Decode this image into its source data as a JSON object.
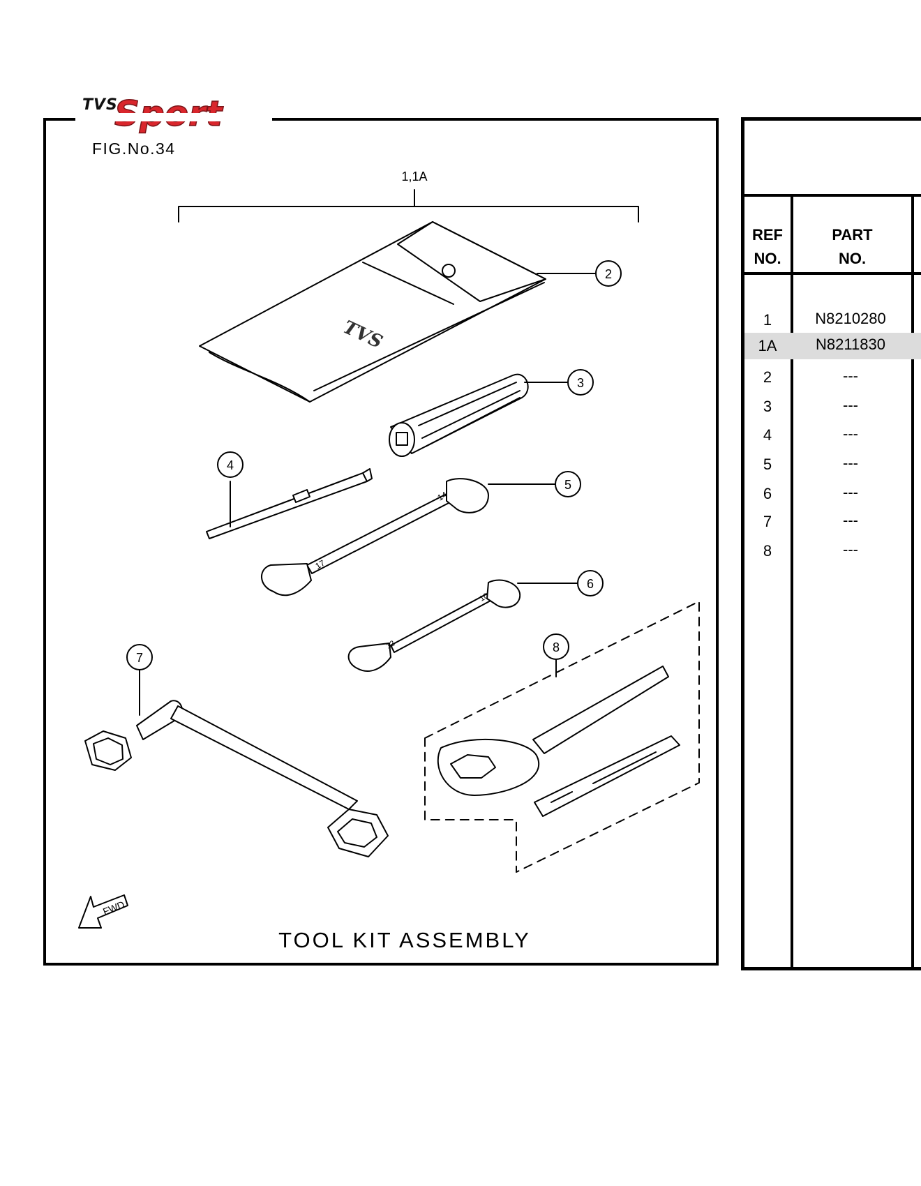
{
  "logo": {
    "brand_prefix": "TVS",
    "brand_name": "Sport",
    "brand_color": "#d9262c"
  },
  "figure": {
    "number_label": "FIG.No.34",
    "title": "TOOL KIT ASSEMBLY",
    "assembly_callout": "1,1A",
    "callouts": [
      "2",
      "3",
      "4",
      "5",
      "6",
      "7",
      "8"
    ],
    "direction_label": "FWD",
    "wrench_5_marks": [
      "14",
      "17"
    ],
    "wrench_6_marks": [
      "10",
      "12"
    ]
  },
  "parts_table": {
    "headers": {
      "ref_line1": "REF",
      "ref_line2": "NO.",
      "part_line1": "PART",
      "part_line2": "NO."
    },
    "rows": [
      {
        "ref": "1",
        "part": "N8210280",
        "highlighted": false
      },
      {
        "ref": "1A",
        "part": "N8211830",
        "highlighted": true
      },
      {
        "ref": "2",
        "part": "---",
        "highlighted": false
      },
      {
        "ref": "3",
        "part": "---",
        "highlighted": false
      },
      {
        "ref": "4",
        "part": "---",
        "highlighted": false
      },
      {
        "ref": "5",
        "part": "---",
        "highlighted": false
      },
      {
        "ref": "6",
        "part": "---",
        "highlighted": false
      },
      {
        "ref": "7",
        "part": "---",
        "highlighted": false
      },
      {
        "ref": "8",
        "part": "---",
        "highlighted": false
      }
    ]
  }
}
